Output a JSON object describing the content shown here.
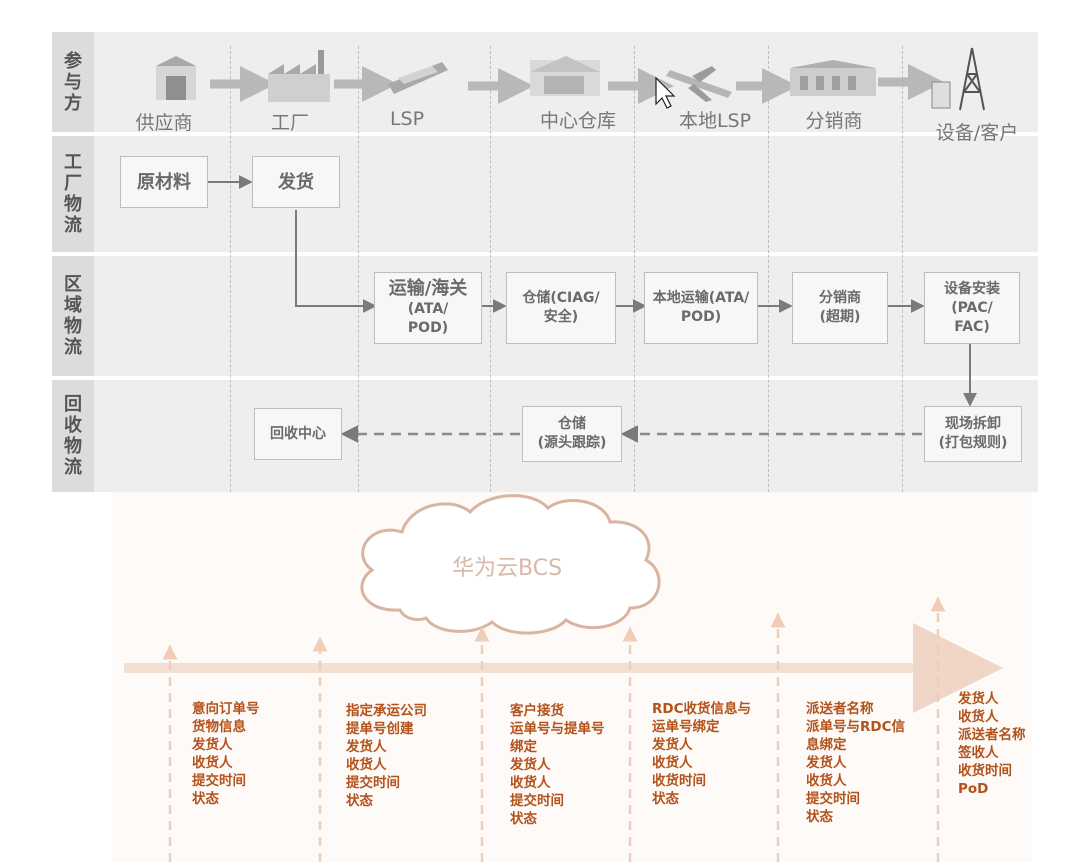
{
  "rows": {
    "participants": "参与方",
    "factory": "工厂物流",
    "regional": "区域物流",
    "recycle": "回收物流"
  },
  "participants": [
    {
      "label": "供应商",
      "icon": "supplier-icon"
    },
    {
      "label": "工厂",
      "icon": "factory-icon"
    },
    {
      "label": "LSP",
      "icon": "ship-icon"
    },
    {
      "label": "中心仓库",
      "icon": "warehouse-icon"
    },
    {
      "label": "本地LSP",
      "icon": "plane-icon"
    },
    {
      "label": "分销商",
      "icon": "distributor-icon"
    },
    {
      "label": "设备/客户",
      "icon": "tower-icon"
    }
  ],
  "factory_boxes": {
    "raw": "原材料",
    "ship": "发货"
  },
  "regional_boxes": {
    "transport": "运输/海关",
    "transport_sub": "(ATA/\nPOD)",
    "storage": "仓储(CIAG/\n安全)",
    "local": "本地运输(ATA/\nPOD)",
    "dist": "分销商\n(超期)",
    "install": "设备安装\n(PAC/\nFAC)"
  },
  "recycle_boxes": {
    "center": "回收中心",
    "storage": "仓储\n(源头跟踪)",
    "dismantle": "现场拆卸\n(打包规则)"
  },
  "cloud": "华为云BCS",
  "info_columns": [
    [
      "意向订单号",
      "货物信息",
      "发货人",
      "收货人",
      "提交时间",
      "状态"
    ],
    [
      "指定承运公司",
      "提单号创建",
      "发货人",
      "收货人",
      "提交时间",
      "状态"
    ],
    [
      "客户接货",
      "运单号与提单号",
      "绑定",
      "发货人",
      "收货人",
      "提交时间",
      "状态"
    ],
    [
      "RDC收货信息与",
      "运单号绑定",
      "发货人",
      "收货人",
      "收货时间",
      "状态"
    ],
    [
      "派送者名称",
      "派单号与RDC信",
      "息绑定",
      "发货人",
      "收货人",
      "提交时间",
      "状态"
    ],
    [
      "发货人",
      "收货人",
      "派送者名称",
      "签收人",
      "收货时间",
      "PoD"
    ]
  ],
  "colors": {
    "band": "#eeeeee",
    "label_bg": "#dcdcdc",
    "gray_arrow": "#888888",
    "orange_text": "#b4521c",
    "timeline": "#f3ded2"
  }
}
